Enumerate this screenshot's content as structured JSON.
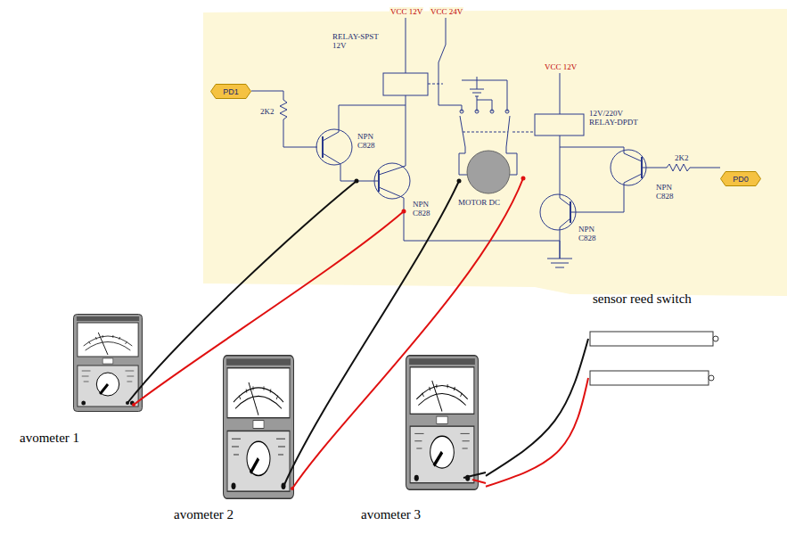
{
  "diagram": {
    "nodes": [
      {
        "text": [
          "PD1"
        ]
      },
      {
        "text": [
          "PD0"
        ]
      },
      {
        "text": [
          "avometer 1"
        ]
      },
      {
        "text": [
          "avometer 2"
        ]
      },
      {
        "text": [
          "avometer 3"
        ]
      },
      {
        "text": [
          "sensor reed switch"
        ]
      }
    ],
    "edges": [
      {
        "from": 4,
        "to": 5,
        "arrow": "none"
      },
      {
        "from": 4,
        "to": 5,
        "arrow": "none"
      }
    ],
    "labels": [
      "VCC 12V",
      "RELAY-SPST 12V",
      "VCC 24V",
      "2K2",
      "NPN C828",
      "NPN C828",
      "MOTOR DC",
      "VCC 12V",
      "12V/220V RELAY-DPDT",
      "NPN C828",
      "NPN C828",
      "2K2"
    ]
  }
}
